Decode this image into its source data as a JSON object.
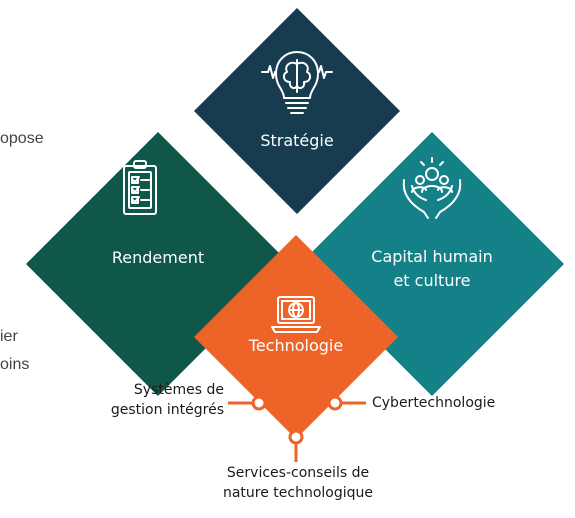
{
  "colors": {
    "strategie": "#173c50",
    "rendement": "#0f5748",
    "capital": "#148189",
    "technologie": "#ee6327",
    "connector": "#ee6327",
    "text_dark": "#1a1a1a",
    "text_fragment": "#444444"
  },
  "background_text": {
    "line1": "opose",
    "line2": "ier",
    "line3": "oins"
  },
  "pillars": {
    "strategie": {
      "label": "Stratégie",
      "icon": "brain-lightbulb-icon"
    },
    "rendement": {
      "label": "Rendement",
      "icon": "checklist-clipboard-icon"
    },
    "capital": {
      "label_line1": "Capital humain",
      "label_line2": "et culture",
      "icon": "people-in-hands-icon"
    },
    "technologie": {
      "label": "Technologie",
      "icon": "globe-laptop-icon"
    }
  },
  "sub_items": {
    "systemes_line1": "Systèmes de",
    "systemes_line2": "gestion intégrés",
    "cyber": "Cybertechnologie",
    "services_line1": "Services-conseils de",
    "services_line2": "nature technologique"
  }
}
